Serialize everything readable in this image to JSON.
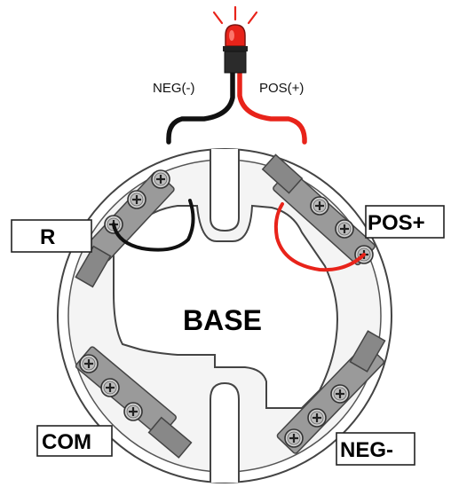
{
  "diagram": {
    "wire_labels": {
      "negative": "NEG(-)",
      "positive": "POS(+)"
    },
    "terminal_labels": {
      "r": "R",
      "pos": "POS+",
      "com": "COM",
      "neg": "NEG-"
    },
    "base_label": "BASE",
    "colors": {
      "led_red": "#e8231a",
      "wire_red": "#e8231a",
      "wire_black": "#111111",
      "base_outline": "#444444",
      "terminal_gray": "#9a9a9a",
      "screw_gray": "#c4c4c4"
    },
    "icons": {
      "led": "led-indicator-icon",
      "screw": "screw-terminal-icon"
    }
  }
}
